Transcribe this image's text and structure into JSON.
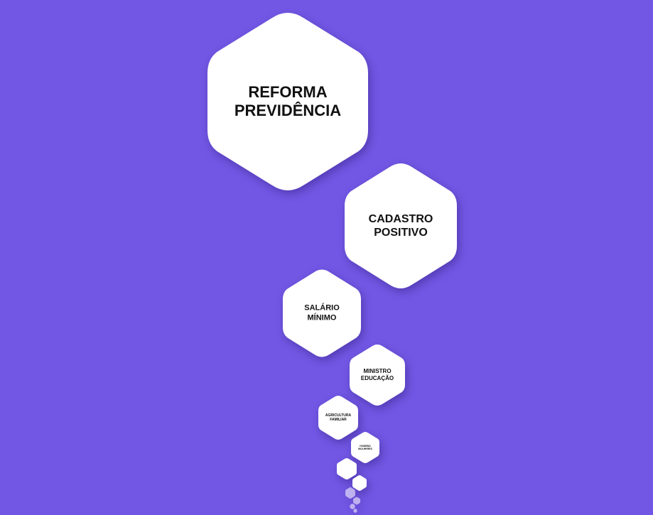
{
  "colors": {
    "background": "#7157e4",
    "hexagon_fill": "#ffffff",
    "text": "#111111"
  },
  "topics": [
    {
      "label": "REFORMA\nPREVIDÊNCIA",
      "faded": false
    },
    {
      "label": "CADASTRO\nPOSITIVO",
      "faded": false
    },
    {
      "label": "SALÁRIO\nMÍNIMO",
      "faded": false
    },
    {
      "label": "MINISTRO\nEDUCAÇÃO",
      "faded": false
    },
    {
      "label": "AGRICULTURA\nFAMILIAR",
      "faded": false
    },
    {
      "label": "HOMENS\nMULHERES",
      "faded": false
    },
    {
      "label": "",
      "faded": false
    },
    {
      "label": "",
      "faded": false
    },
    {
      "label": "",
      "faded": true
    },
    {
      "label": "",
      "faded": true
    },
    {
      "label": "",
      "faded": true
    },
    {
      "label": "",
      "faded": true
    }
  ]
}
